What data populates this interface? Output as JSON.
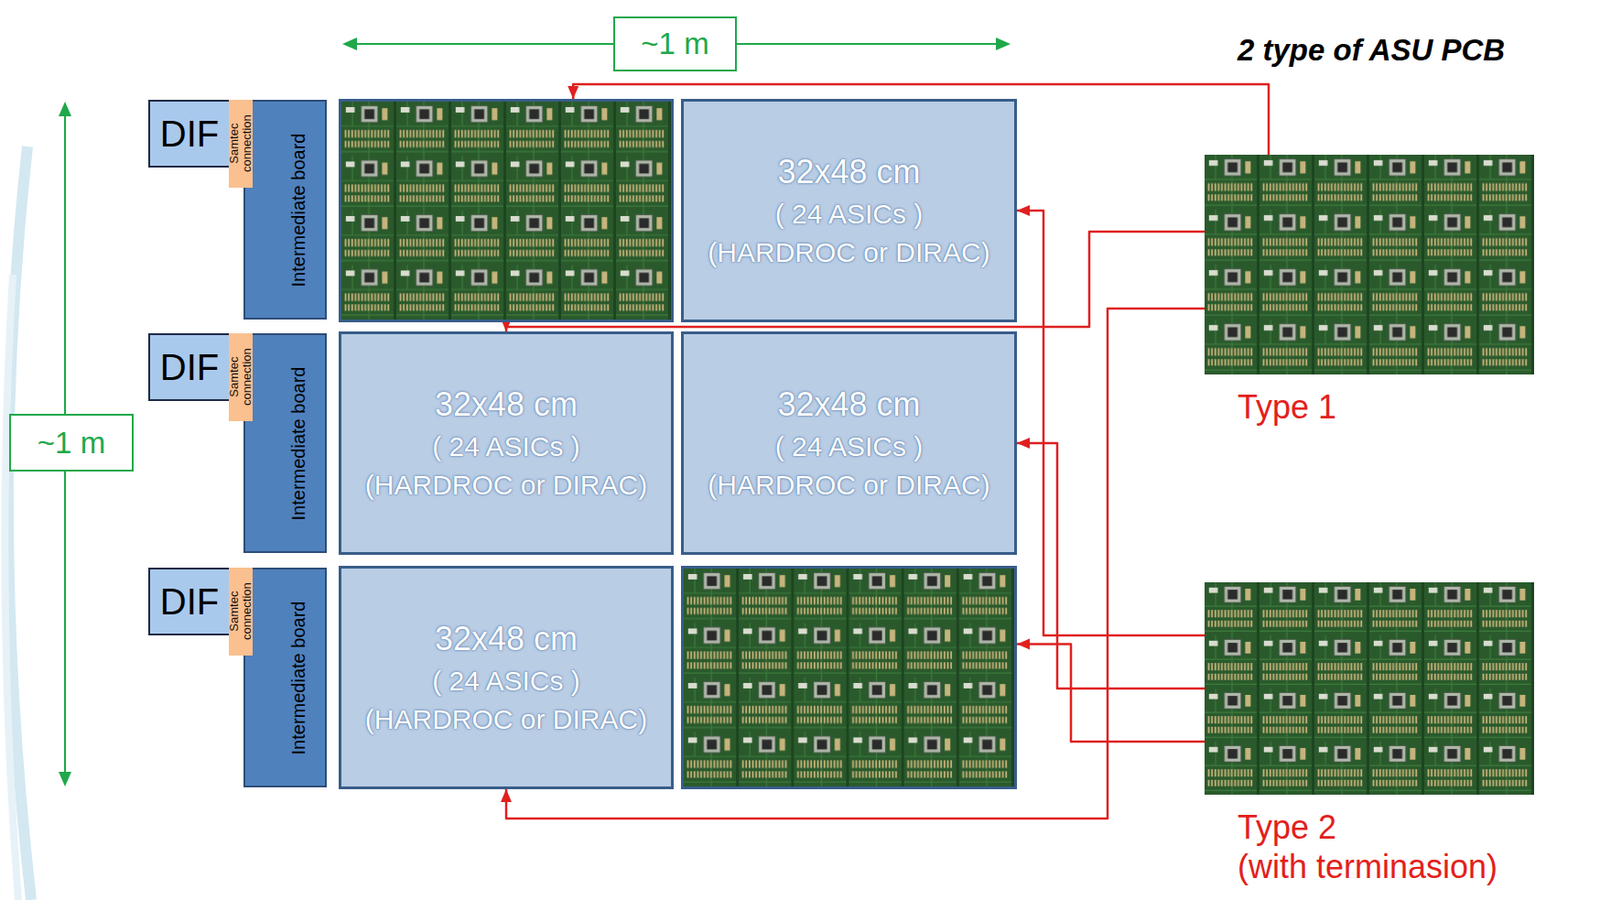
{
  "diagram": {
    "title": "2 type of ASU PCB",
    "nodes": [
      {
        "text": [
          "DIF"
        ]
      },
      {
        "text": [
          "Samtec connection"
        ]
      },
      {
        "text": [
          "Intermediate board"
        ]
      },
      {
        "text": []
      },
      {
        "text": [
          "32x48 cm",
          "( 24 ASICs )",
          "(HARDROC or DIRAC)"
        ]
      },
      {
        "text": [
          "DIF"
        ]
      },
      {
        "text": [
          "Samtec connection"
        ]
      },
      {
        "text": [
          "Intermediate board"
        ]
      },
      {
        "text": [
          "32x48 cm",
          "( 24 ASICs )",
          "(HARDROC or DIRAC)"
        ]
      },
      {
        "text": [
          "32x48 cm",
          "( 24 ASICs )",
          "(HARDROC or DIRAC)"
        ]
      },
      {
        "text": [
          "DIF"
        ]
      },
      {
        "text": [
          "Samtec connection"
        ]
      },
      {
        "text": [
          "Intermediate board"
        ]
      },
      {
        "text": [
          "32x48 cm",
          "( 24 ASICs )",
          "(HARDROC or DIRAC)"
        ]
      },
      {
        "text": []
      },
      {
        "text": [
          "Type 1"
        ]
      },
      {
        "text": [
          "Type 2",
          "(with terminasion)"
        ]
      }
    ],
    "edges": [
      {
        "from": 15,
        "to": 3,
        "arrow": "to"
      },
      {
        "from": 15,
        "to": 8,
        "arrow": "to"
      },
      {
        "from": 15,
        "to": 13,
        "arrow": "to"
      },
      {
        "from": 16,
        "to": 4,
        "arrow": "to"
      },
      {
        "from": 16,
        "to": 9,
        "arrow": "to"
      },
      {
        "from": 16,
        "to": 14,
        "arrow": "to"
      }
    ],
    "labels": [
      "~1 m",
      "~1 m"
    ]
  }
}
